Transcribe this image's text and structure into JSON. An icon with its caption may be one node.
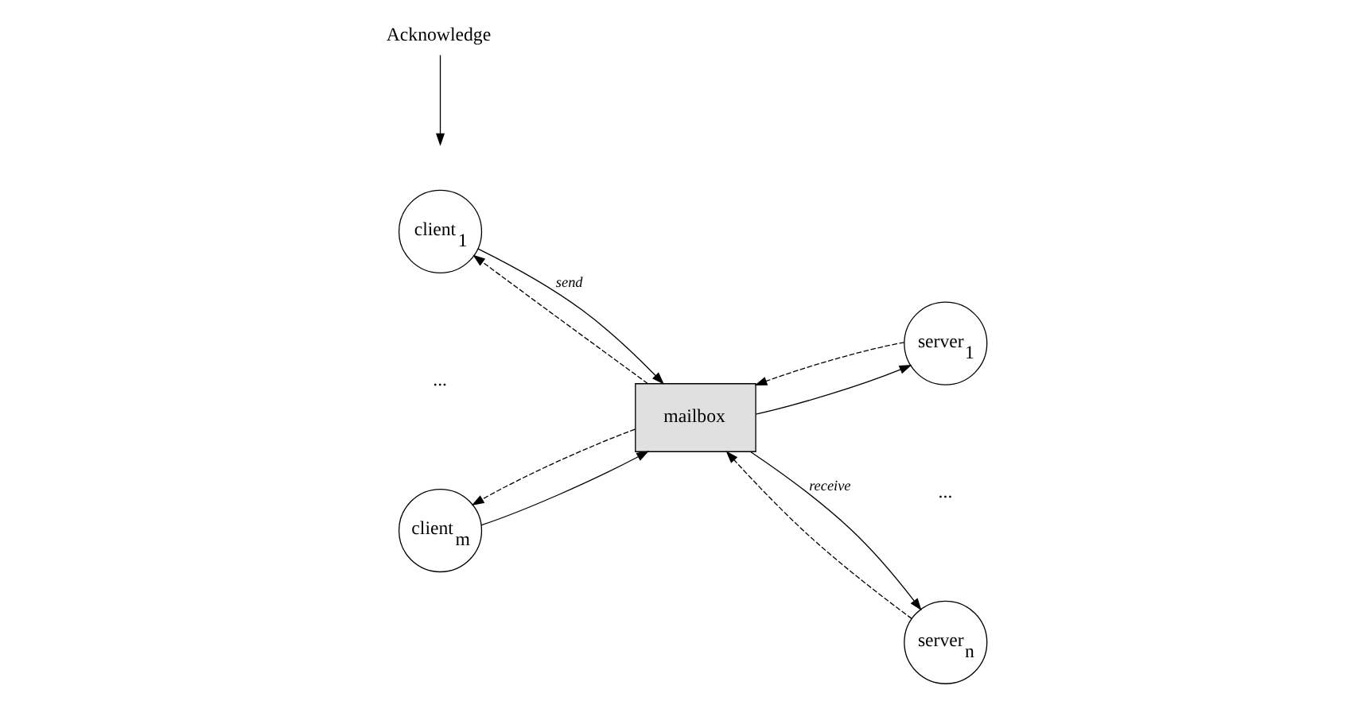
{
  "diagram": {
    "nodes": [
      {
        "text": [
          "client$_{1}$"
        ]
      },
      {
        "text": [
          "client$_{m}$"
        ]
      },
      {
        "text": [
          "mailbox"
        ]
      },
      {
        "text": [
          "server$_{1}$"
        ]
      },
      {
        "text": [
          "server$_{n}$"
        ]
      },
      {
        "text": [
          "Acknowledge"
        ]
      }
    ],
    "edges": [
      {
        "from": 0,
        "to": 2,
        "arrow": "to",
        "label": "send"
      },
      {
        "from": 2,
        "to": 0,
        "arrow": "to",
        "style": "dashed"
      },
      {
        "from": 1,
        "to": 2,
        "arrow": "to"
      },
      {
        "from": 2,
        "to": 1,
        "arrow": "to",
        "style": "dashed"
      },
      {
        "from": 2,
        "to": 3,
        "arrow": "to"
      },
      {
        "from": 3,
        "to": 2,
        "arrow": "to",
        "style": "dashed"
      },
      {
        "from": 2,
        "to": 4,
        "arrow": "to",
        "label": "receive"
      },
      {
        "from": 4,
        "to": 2,
        "arrow": "to",
        "style": "dashed"
      },
      {
        "from": 5,
        "to": null,
        "arrow": "to"
      }
    ],
    "labels": [
      "...",
      "..."
    ]
  }
}
